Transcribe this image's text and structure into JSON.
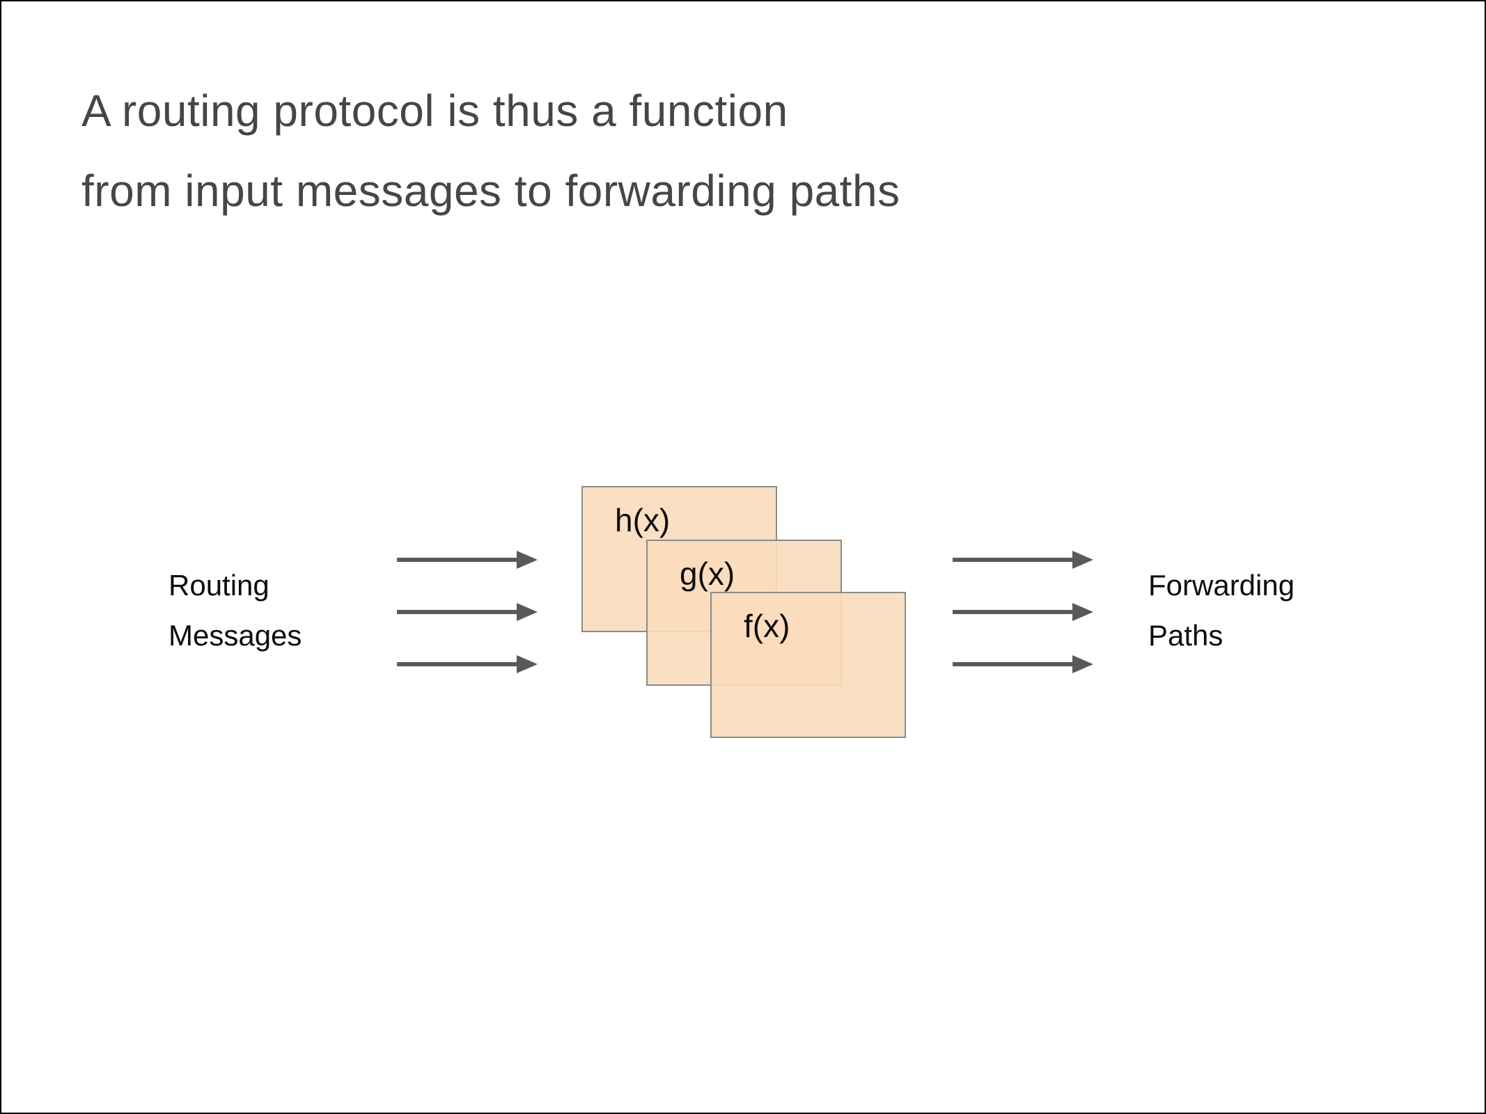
{
  "title": {
    "line1": "A routing protocol is thus a function",
    "line2": "from input messages to forwarding paths"
  },
  "left_label": {
    "line1": "Routing",
    "line2": "Messages"
  },
  "right_label": {
    "line1": "Forwarding",
    "line2": "Paths"
  },
  "function_boxes": [
    {
      "label": "h(x)"
    },
    {
      "label": "g(x)"
    },
    {
      "label": "f(x)"
    }
  ],
  "colors": {
    "background": "#FFFFFF",
    "slide_border": "#000000",
    "title_text": "#464646",
    "body_text": "#0D0D0D",
    "arrow": "#595959",
    "box_fill": "#FBDBBCE6",
    "box_border": "#8A8A8A"
  }
}
